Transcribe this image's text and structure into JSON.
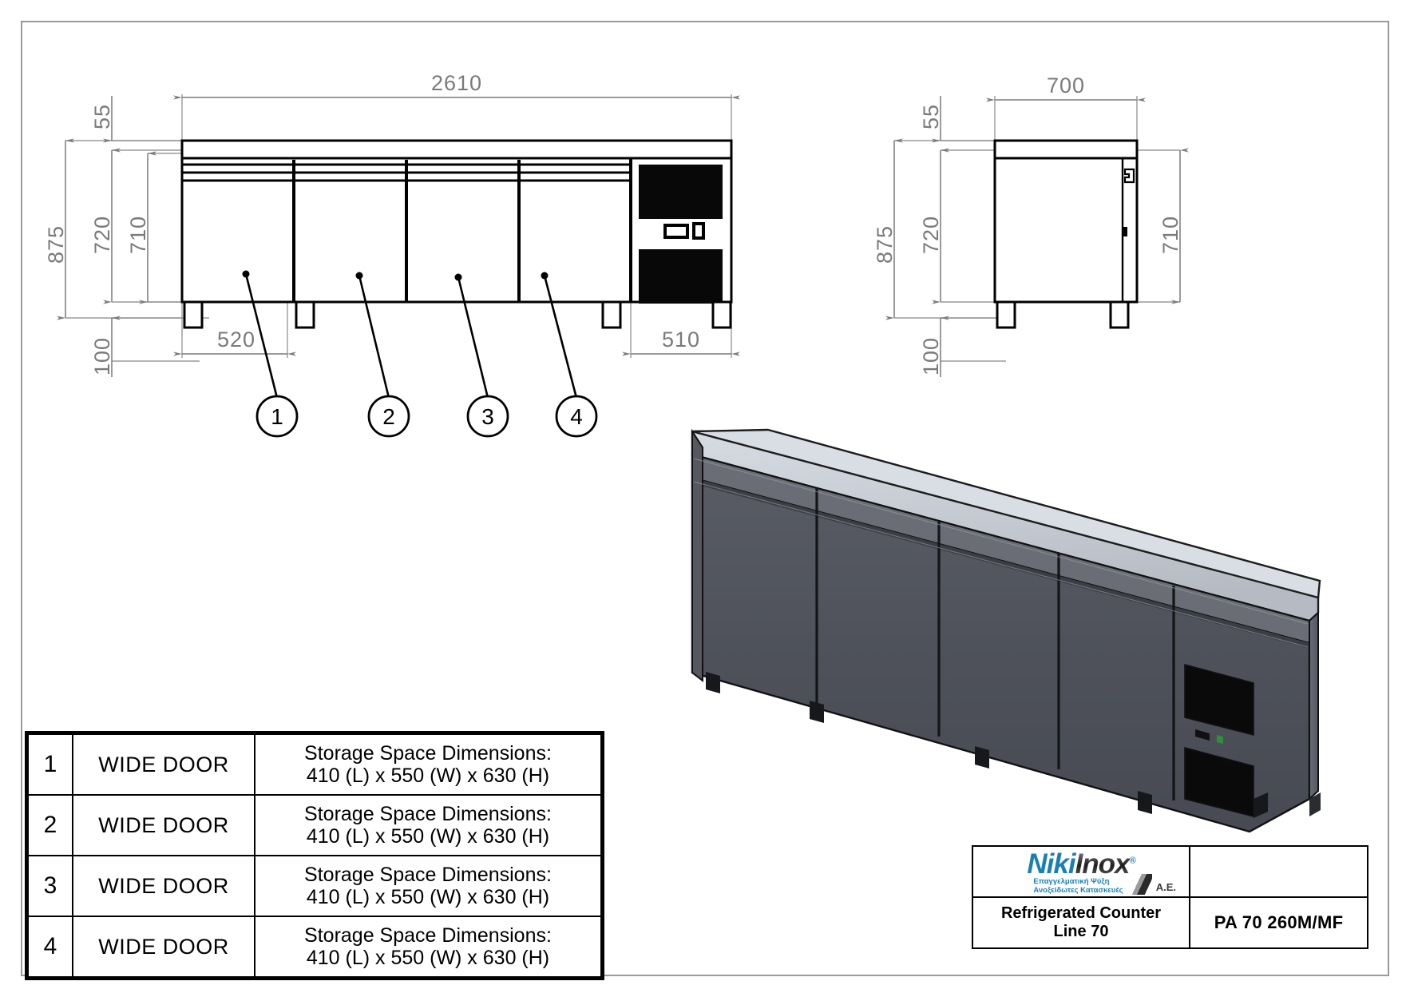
{
  "drawing": {
    "type": "technical-drawing",
    "product": "Refrigerated Counter Line 70",
    "model": "PA 70 260M/MF"
  },
  "front_view": {
    "dimensions": {
      "overall_width": "2610",
      "top_thickness": "55",
      "overall_height": "875",
      "body_height": "720",
      "door_height": "710",
      "leg_height": "100",
      "door_width": "520",
      "compressor_width": "510"
    },
    "balloons": [
      "1",
      "2",
      "3",
      "4"
    ]
  },
  "side_view": {
    "dimensions": {
      "depth": "700",
      "top_thickness": "55",
      "overall_height": "875",
      "body_height": "720",
      "door_height": "710",
      "leg_height": "100"
    }
  },
  "legend": {
    "rows": [
      {
        "num": "1",
        "type": "WIDE DOOR",
        "dims_line1": "Storage Space Dimensions:",
        "dims_line2": "410 (L) x 550 (W) x 630 (H)"
      },
      {
        "num": "2",
        "type": "WIDE DOOR",
        "dims_line1": "Storage Space Dimensions:",
        "dims_line2": "410 (L) x 550 (W) x 630 (H)"
      },
      {
        "num": "3",
        "type": "WIDE DOOR",
        "dims_line1": "Storage Space Dimensions:",
        "dims_line2": "410 (L) x 550 (W) x 630 (H)"
      },
      {
        "num": "4",
        "type": "WIDE DOOR",
        "dims_line1": "Storage Space Dimensions:",
        "dims_line2": "410 (L) x 550 (W) x 630 (H)"
      }
    ]
  },
  "title_block": {
    "logo": {
      "brand_part1": "Niki",
      "brand_part2": "Inox",
      "registered": "®",
      "subtitle_line1": "Επαγγελματική Ψύξη",
      "subtitle_line2": "Ανοξείδωτες Κατασκευές",
      "suffix": "A.E."
    },
    "product_line1": "Refrigerated Counter",
    "product_line2": "Line 70",
    "model": "PA 70 260M/MF"
  },
  "colors": {
    "dimension_gray": "#7a7a7a",
    "outline_black": "#000000",
    "logo_blue": "#1a7fb5",
    "body_dark": "#4c4f56",
    "body_mid": "#5e6169",
    "top_light": "#c8ccd4",
    "vent_black": "#080808"
  }
}
